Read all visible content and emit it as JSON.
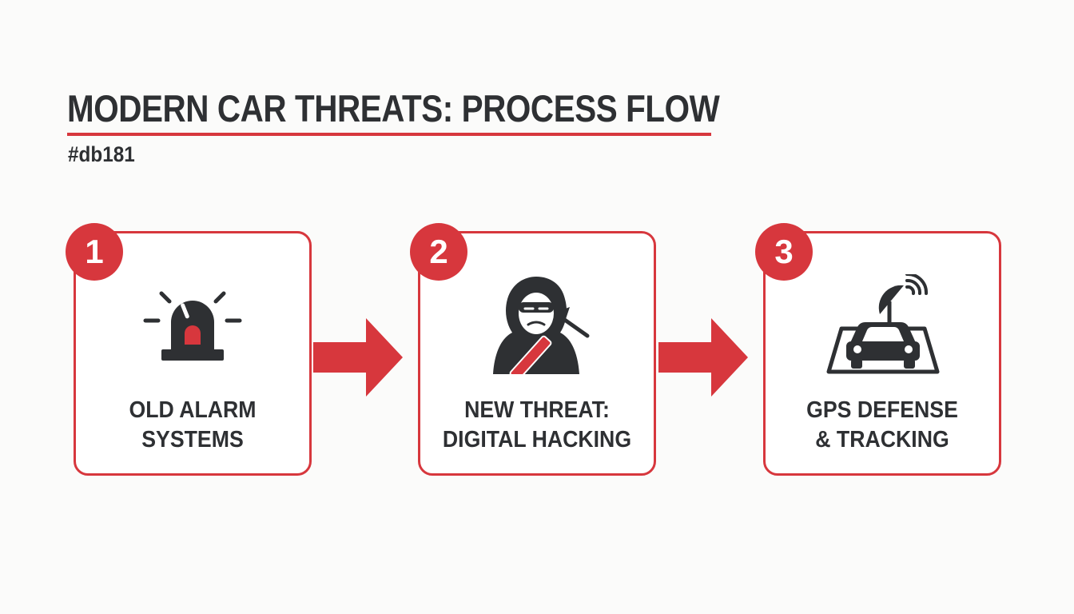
{
  "title": "MODERN CAR THREATS: PROCESS FLOW",
  "subtitle": "#db181",
  "colors": {
    "accent": "#d7373d",
    "text": "#2e3033",
    "background": "#fbfbfa"
  },
  "steps": [
    {
      "number": "1",
      "label": "OLD ALARM\nSYSTEMS",
      "icon": "siren-alarm-icon"
    },
    {
      "number": "2",
      "label": "NEW THREAT:\nDIGITAL HACKING",
      "icon": "hooded-hacker-icon"
    },
    {
      "number": "3",
      "label": "GPS DEFENSE\n& TRACKING",
      "icon": "car-satellite-tracking-icon"
    }
  ]
}
